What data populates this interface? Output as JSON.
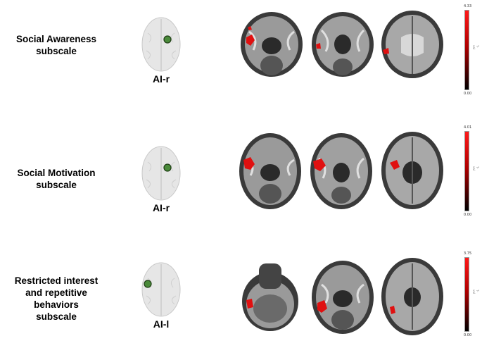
{
  "rows": [
    {
      "label_lines": [
        "Social Awareness",
        "subscale"
      ],
      "roi": "AI-r",
      "cbar_max": "4.33",
      "cbar_min": "0.00",
      "cbar_unit": "T-val"
    },
    {
      "label_lines": [
        "Social Motivation",
        "subscale"
      ],
      "roi": "AI-r",
      "cbar_max": "4.01",
      "cbar_min": "0.00",
      "cbar_unit": "T-val"
    },
    {
      "label_lines": [
        "Restricted interest",
        "and repetitive",
        "behaviors",
        "subscale"
      ],
      "roi": "AI-l",
      "cbar_max": "3.75",
      "cbar_min": "0.00",
      "cbar_unit": "T-val"
    }
  ],
  "colors": {
    "activation": "#e01010",
    "seed": "#4a8a3a",
    "brain_gray": "#8a8a8a"
  },
  "icons": [
    "brain-seed-icon",
    "axial-slice-icon"
  ]
}
